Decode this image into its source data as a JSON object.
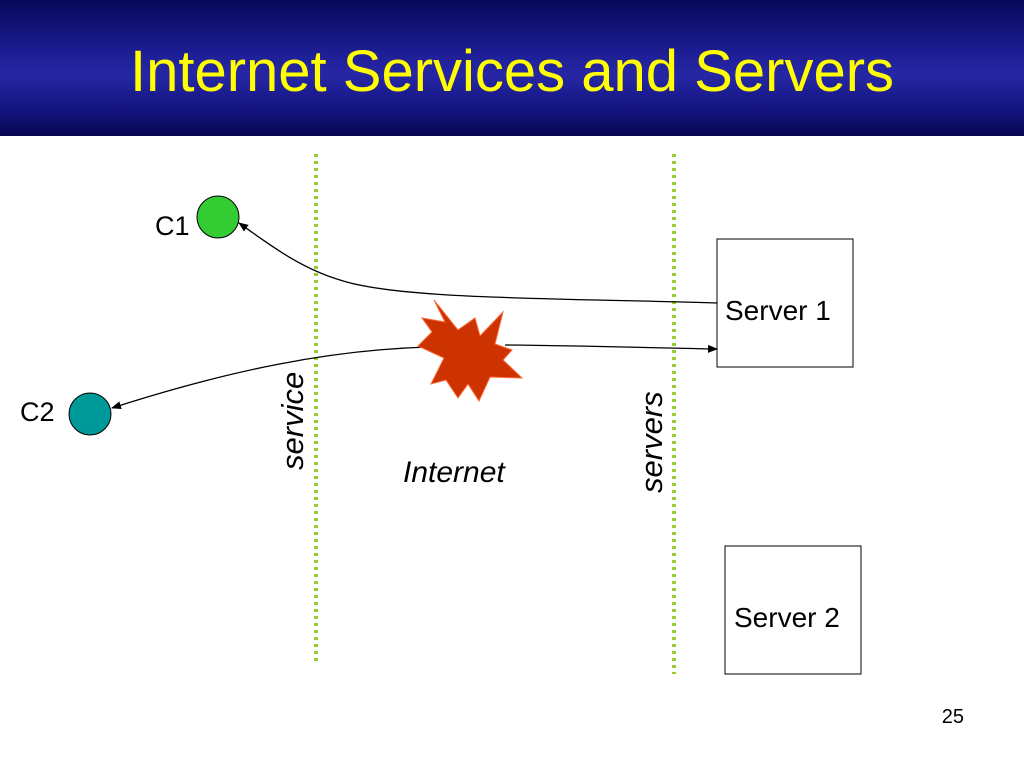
{
  "slide": {
    "title": "Internet Services and Servers",
    "page_number": "25"
  },
  "diagram": {
    "clients": [
      {
        "label": "C1",
        "color": "#33cc33"
      },
      {
        "label": "C2",
        "color": "#009999"
      }
    ],
    "servers": [
      {
        "label": "Server 1"
      },
      {
        "label": "Server 2"
      }
    ],
    "internet_label": "Internet",
    "internet_color": "#cc3300",
    "boundary_labels": {
      "service": "service",
      "servers": "servers"
    },
    "boundary_line_color": "#99cc33"
  }
}
